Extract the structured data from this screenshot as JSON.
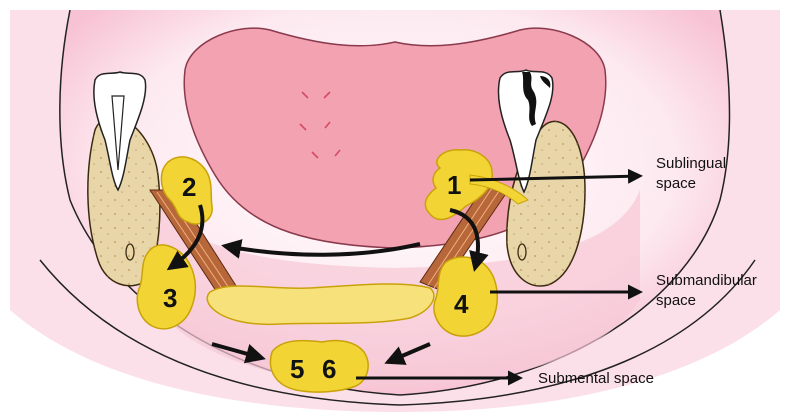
{
  "labels": {
    "sublingual": [
      "Sublingual",
      "space"
    ],
    "submandibular": [
      "Submandibular",
      "space"
    ],
    "submental": "Submental space"
  },
  "numbers": [
    "1",
    "2",
    "3",
    "4",
    "5",
    "6"
  ],
  "colors": {
    "outer_skin": "#fbe0ea",
    "outer_edge": "#f2a9c3",
    "tongue": "#f3a2b2",
    "tongue_edge": "#e06f88",
    "abscess_yellow": "#f2d535",
    "abscess_edge": "#c9a20a",
    "bone": "#e9d6a8",
    "muscle": "#b8673a",
    "arrow": "#111111",
    "decay": "#111111"
  },
  "icons": [
    "tooth-icon",
    "arrow-icon"
  ]
}
